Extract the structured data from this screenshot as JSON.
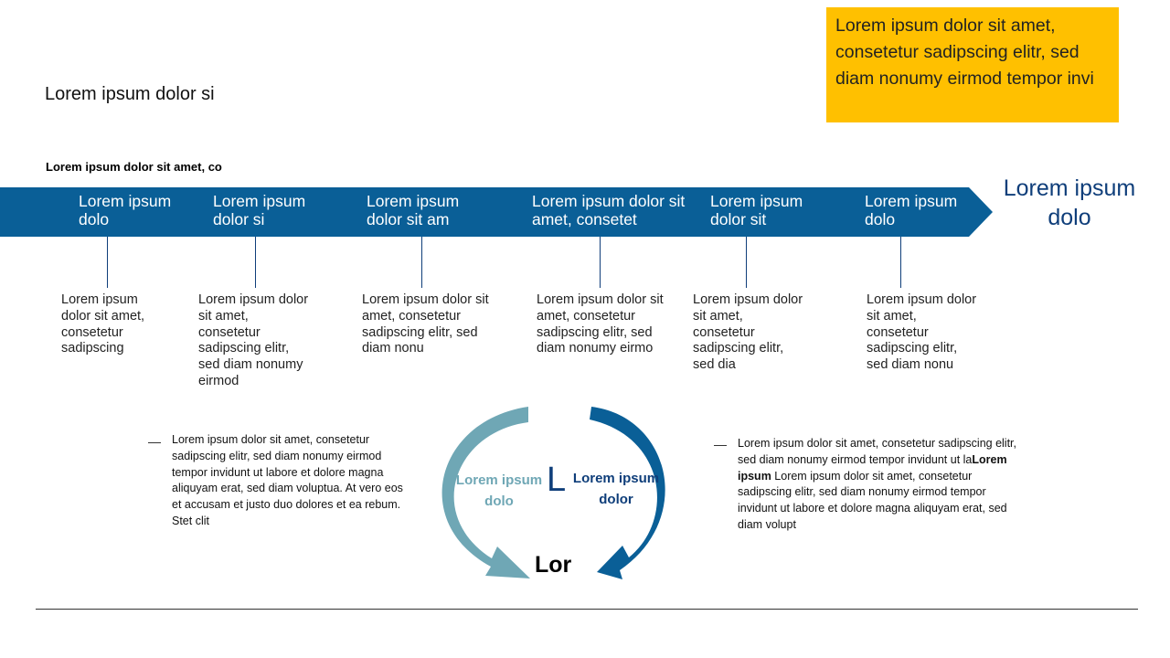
{
  "callout": {
    "text": "Lorem ipsum dolor sit amet, consetetur sadipscing elitr, sed diam nonumy eirmod tempor invi",
    "color": "#FFC000"
  },
  "title": "Lorem ipsum dolor si",
  "subtitle": "Lorem ipsum dolor sit amet, co",
  "timeline": {
    "band_color": "#0A5F97",
    "end_label": "Lorem ipsum dolo",
    "stages": [
      {
        "label": "Lorem ipsum dolo",
        "desc": "Lorem ipsum dolor sit amet, consetetur sadipscing"
      },
      {
        "label": "Lorem ipsum dolor si",
        "desc": "Lorem ipsum dolor sit amet, consetetur sadipscing elitr, sed diam nonumy eirmod"
      },
      {
        "label": "Lorem ipsum dolor sit am",
        "desc": "Lorem ipsum dolor sit amet, consetetur sadipscing elitr, sed diam nonu"
      },
      {
        "label": "Lorem ipsum dolor sit amet, consetet",
        "desc": "Lorem ipsum dolor sit amet, consetetur sadipscing elitr, sed diam nonumy eirmo"
      },
      {
        "label": "Lorem ipsum dolor sit",
        "desc": "Lorem ipsum dolor sit amet, consetetur sadipscing elitr, sed dia"
      },
      {
        "label": "Lorem ipsum dolo",
        "desc": "Lorem ipsum dolor sit amet, consetetur sadipscing elitr, sed diam nonu"
      }
    ]
  },
  "cycle": {
    "left_label": "Lorem ipsum dolo",
    "middle_letter": "L",
    "right_label": "Lorem ipsum dolor",
    "bottom_label": "Lor",
    "left_color": "#6FA7B5",
    "right_color": "#0A5F97"
  },
  "notes": {
    "left": "Lorem ipsum dolor sit amet, consetetur sadipscing elitr, sed diam nonumy eirmod tempor invidunt ut labore et dolore magna aliquyam erat, sed diam voluptua. At vero eos et accusam et justo duo dolores et ea rebum. Stet clit",
    "right_part1": "Lorem ipsum dolor sit amet, consetetur sadipscing elitr, sed diam nonumy eirmod tempor invidunt ut la",
    "right_bold": "Lorem ipsum",
    "right_part2": " Lorem ipsum dolor sit amet, consetetur sadipscing elitr, sed diam nonumy eirmod tempor invidunt ut labore et dolore magna aliquyam erat, sed diam volupt"
  }
}
